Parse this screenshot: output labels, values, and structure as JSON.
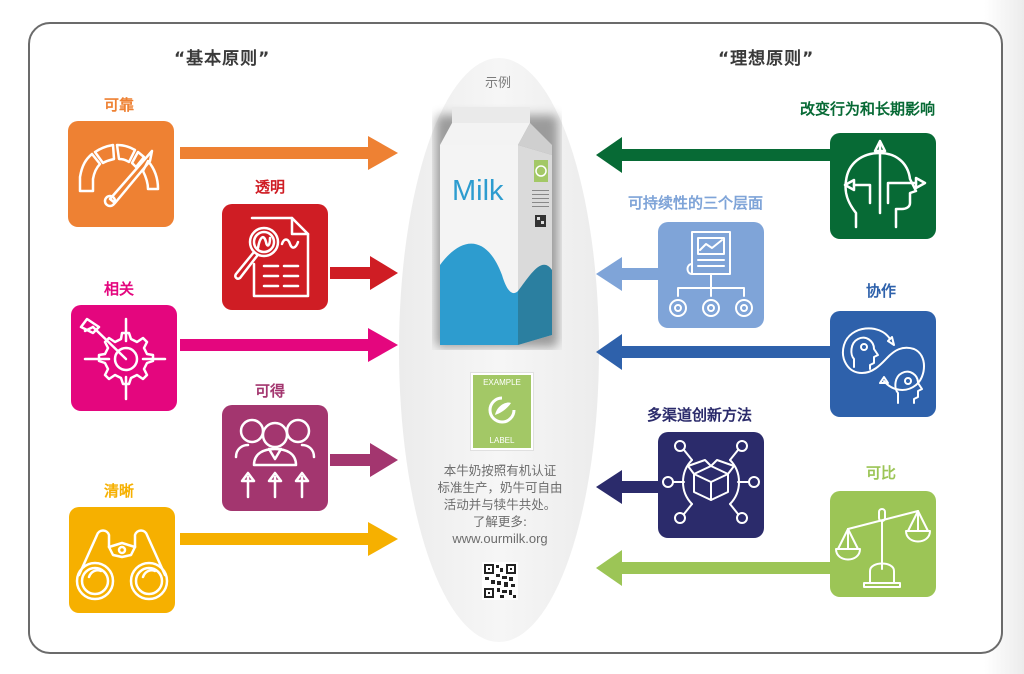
{
  "headings": {
    "basic": "“基本原则”",
    "ideal": "“理想原则”"
  },
  "center": {
    "example_title": "示例",
    "carton_text": "Milk",
    "label_top": "EXAMPLE",
    "label_bottom": "LABEL",
    "description_lines": [
      "本牛奶按照有机认证",
      "标准生产，奶牛可自由",
      "活动并与犊牛共处。",
      "了解更多:"
    ],
    "url": "www.ourmilk.org",
    "qr_icon": "qr-code-icon"
  },
  "basic_principles": [
    {
      "label": "可靠",
      "icon": "speedometer-icon",
      "color": "#ee8133",
      "arrow_direction": "right"
    },
    {
      "label": "透明",
      "icon": "document-magnifier-icon",
      "color": "#cf1d24",
      "arrow_direction": "right"
    },
    {
      "label": "相关",
      "icon": "target-gear-icon",
      "color": "#e4067e",
      "arrow_direction": "right"
    },
    {
      "label": "可得",
      "icon": "people-arrows-icon",
      "color": "#a3366f",
      "arrow_direction": "right"
    },
    {
      "label": "清晰",
      "icon": "binoculars-icon",
      "color": "#f6b000",
      "arrow_direction": "right"
    }
  ],
  "ideal_principles": [
    {
      "label": "改变行为和长期影响",
      "icon": "head-arrows-icon",
      "color": "#076a35",
      "arrow_direction": "left"
    },
    {
      "label": "可持续性的三个层面",
      "icon": "report-gears-icon",
      "color": "#7fa4d8",
      "arrow_direction": "left"
    },
    {
      "label": "协作",
      "icon": "collaborating-heads-icon",
      "color": "#2e61ab",
      "arrow_direction": "left"
    },
    {
      "label": "多渠道创新方法",
      "icon": "network-box-icon",
      "color": "#2b2b6b",
      "arrow_direction": "left"
    },
    {
      "label": "可比",
      "icon": "balance-scale-icon",
      "color": "#9cc556",
      "arrow_direction": "left"
    }
  ]
}
